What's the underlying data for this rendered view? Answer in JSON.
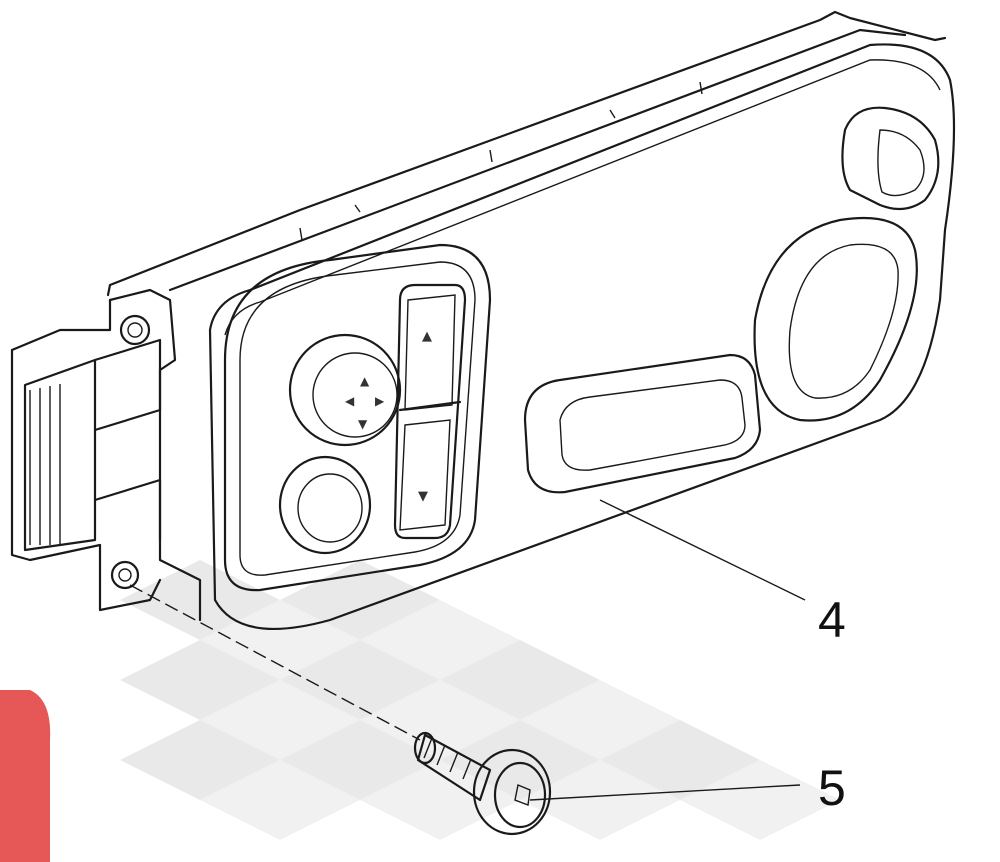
{
  "callouts": [
    {
      "id": "4",
      "label": "4"
    },
    {
      "id": "5",
      "label": "5"
    }
  ],
  "colors": {
    "line": "#1a1a1a",
    "watermark": "#d8d8d8",
    "watermark_red": "#e23a3a"
  }
}
